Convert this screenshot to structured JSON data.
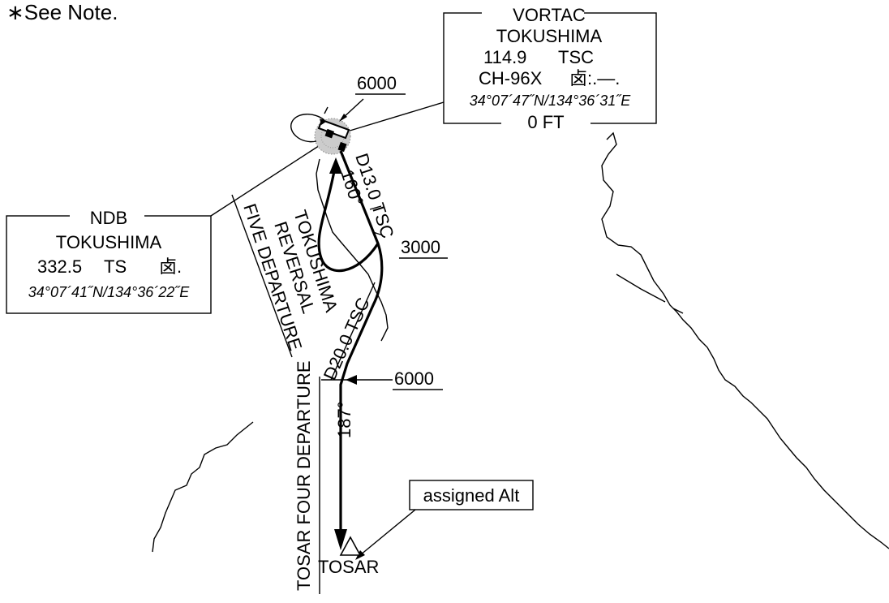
{
  "note": "∗See Note.",
  "vortac": {
    "type": "VORTAC",
    "name": "TOKUSHIMA",
    "freq": "114.9",
    "ident": "TSC",
    "channel": "CH-96X",
    "morse": "⻧:.—.",
    "coords": "34°07´47˝N/134°36´31˝E",
    "elev": "0 FT"
  },
  "ndb": {
    "type": "NDB",
    "name": "TOKUSHIMA",
    "freq": "332.5",
    "ident": "TS",
    "morse": "⻧.",
    "coords": "34°07´41˝N/134°36´22˝E"
  },
  "altitudes": {
    "top": "6000",
    "mid": "3000",
    "lower": "6000",
    "assigned": "assigned Alt"
  },
  "fixes": {
    "d13": "D13.0 TSC",
    "d20": "D20.0 TSC",
    "tosar": "TOSAR"
  },
  "courses": {
    "c160": "160°",
    "c187": "187°"
  },
  "departures": {
    "reversal_line1": "TOKUSHIMA",
    "reversal_line2": "REVERSAL",
    "reversal_line3": "FIVE DEPARTURE",
    "tosar": "TOSAR FOUR DEPARTURE"
  }
}
